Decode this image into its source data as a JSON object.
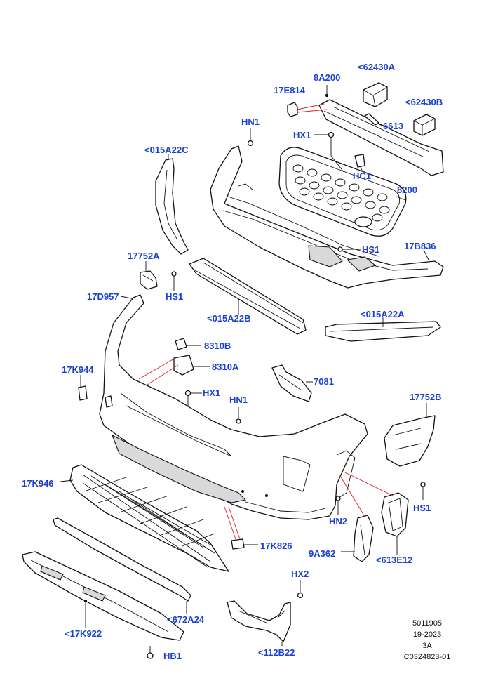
{
  "callouts": {
    "c62430A": "<62430A",
    "c8A200": "8A200",
    "c17E814": "17E814",
    "c62430B": "<62430B",
    "c6613": "6613",
    "cHN1_top": "HN1",
    "cHX1_top": "HX1",
    "cHC1": "HC1",
    "c015A22C": "<015A22C",
    "c8200": "8200",
    "cHS1_mid": "HS1",
    "c17B836": "17B836",
    "c17752A": "17752A",
    "cHS1_left": "HS1",
    "c17D957": "17D957",
    "c015A22B": "<015A22B",
    "c015A22A": "<015A22A",
    "c8310B": "8310B",
    "c8310A": "8310A",
    "c17K944": "17K944",
    "c7081": "7081",
    "cHX1_mid": "HX1",
    "cHN1_mid": "HN1",
    "c17752B": "17752B",
    "c17K946": "17K946",
    "cHS1_right": "HS1",
    "cHN2": "HN2",
    "c17K826": "17K826",
    "c9A362": "9A362",
    "c613E12": "<613E12",
    "cHX2": "HX2",
    "c672A24": "<672A24",
    "c17K922": "<17K922",
    "c112B22": "<112B22",
    "cHB1": "HB1"
  },
  "reference": {
    "line1": "5011905",
    "line2": "19-2023",
    "line3": "3A",
    "line4": "C0324823-01"
  },
  "colors": {
    "callout_text": "#1a3fd6",
    "leader_red": "#e0202a",
    "line_art": "#111111"
  }
}
